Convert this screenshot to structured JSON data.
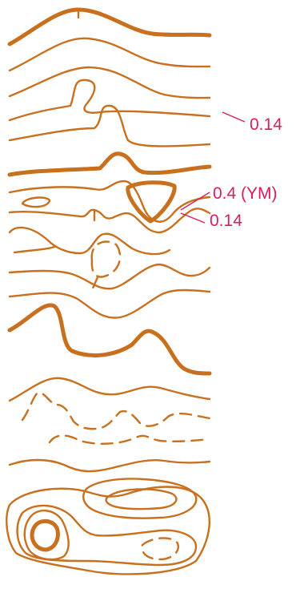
{
  "colors": {
    "contour": "#C8701E",
    "annotation": "#D81E5B"
  },
  "annotations": {
    "top_label": "0.14",
    "peak_label": "0.4 (YM)",
    "bottom_label": "0.14"
  }
}
